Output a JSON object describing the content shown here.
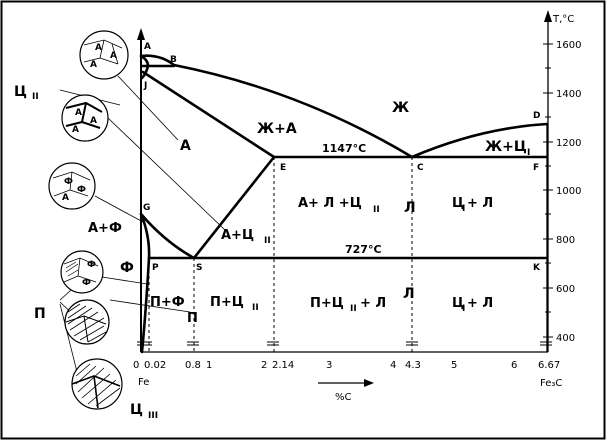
{
  "axis": {
    "y_title": "T,°C",
    "y_ticks": [
      "1600",
      "1400",
      "1200",
      "1000",
      "800",
      "600",
      "400"
    ],
    "x_ticks": [
      "0",
      "0.02",
      "0.8",
      "1",
      "2",
      "2.14",
      "3",
      "4",
      "4.3",
      "5",
      "6",
      "6.67"
    ],
    "x_left": "Fe",
    "x_right": "Fe₃C",
    "x_title": "%C"
  },
  "points": {
    "A": "A",
    "B": "B",
    "J": "J",
    "D": "D",
    "E": "E",
    "C": "C",
    "F": "F",
    "G": "G",
    "P": "P",
    "S": "S",
    "K": "K"
  },
  "isotherms": {
    "eutectic": "1147°C",
    "eutectoid": "727°C"
  },
  "regions": {
    "liquid": "Ж",
    "liquid_austenite": "Ж+А",
    "liquid_cementite": "Ж+Ц",
    "cementite_I_sub": "I",
    "austenite": "А",
    "a_l_c2": "А+ Л +Ц",
    "a_l_c2_sub": "II",
    "ledeburite_upper": "Л",
    "c1_l_upper": "Ц",
    "c1_l_upper_sub": "I",
    "c1_l_upper_tail": "+ Л",
    "a_f": "А+Ф",
    "a_c2": "А+Ц",
    "a_c2_sub": "II",
    "ferrite": "Ф",
    "p_f": "П+Ф",
    "p_c2": "П+Ц",
    "p_c2_sub": "II",
    "pearlite_small": "П",
    "p_c2_l": "П+Ц",
    "p_c2_l_sub": "II",
    "p_c2_l_tail": "+ Л",
    "ledeburite_lower": "Л",
    "c1_l_lower": "Ц",
    "c1_l_lower_sub": "I",
    "c1_l_lower_tail": "+ Л"
  },
  "micro_labels": {
    "cementite_II": "Ц",
    "cementite_II_sub": "II",
    "pearlite": "П",
    "cementite_III": "Ц",
    "cementite_III_sub": "III",
    "grain_A": "А",
    "grain_F": "Ф"
  }
}
